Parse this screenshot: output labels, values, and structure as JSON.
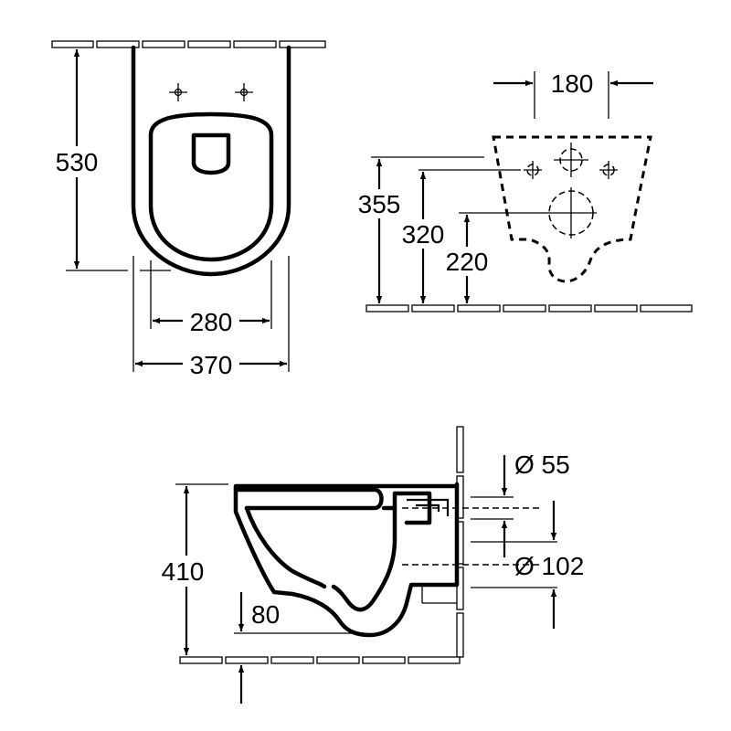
{
  "top_view": {
    "depth_label": "530",
    "inner_width_label": "280",
    "outer_width_label": "370"
  },
  "wall_fixing_view": {
    "fixing_spacing_label": "180",
    "height_355_label": "355",
    "height_320_label": "320",
    "height_220_label": "220"
  },
  "side_view": {
    "total_height_label": "410",
    "rim_offset_label": "80",
    "inlet_diameter_label": "Ø 55",
    "outlet_diameter_label": "Ø 102"
  }
}
